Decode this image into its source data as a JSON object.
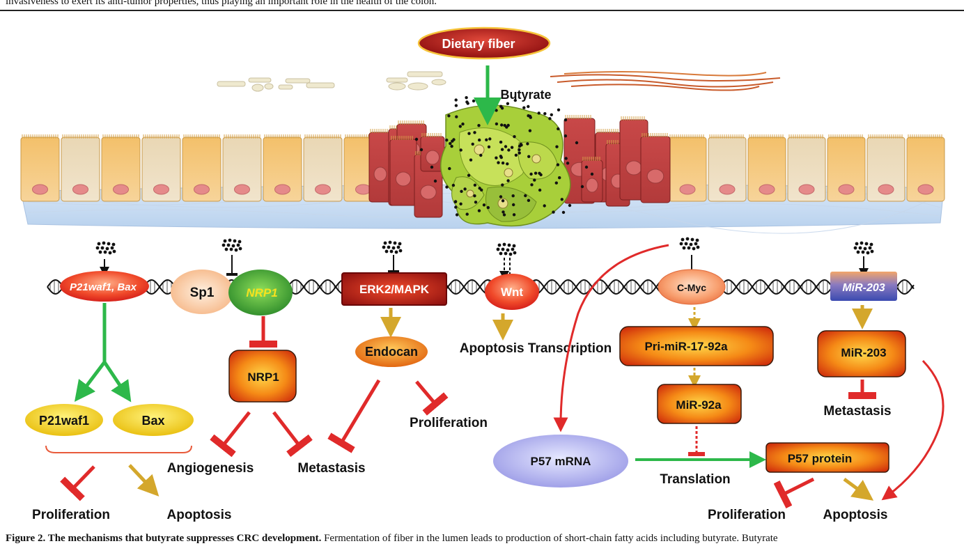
{
  "top_text": "invasiveness to exert its anti-tumor properties, thus playing an important role in the health of the colon.",
  "caption": {
    "bold": "Figure 2. The mechanisms that butyrate suppresses CRC development.",
    "text": " Fermentation of fiber in the lumen leads to production of short-chain fatty acids including butyrate. Butyrate"
  },
  "diagram": {
    "dietary_fiber": "Dietary fiber",
    "butyrate": "Butyrate",
    "nodes": {
      "p21_bax": "P21waf1, Bax",
      "sp1": "Sp1",
      "nrp1_gene": "NRP1",
      "erk2": "ERK2/MAPK",
      "wnt": "Wnt",
      "cmyc": "C-Myc",
      "mir203_gene": "MiR-203",
      "p21waf1": "P21waf1",
      "bax": "Bax",
      "nrp1": "NRP1",
      "endocan": "Endocan",
      "pri_mir": "Pri-miR-17-92a",
      "mir92a": "MiR-92a",
      "mir203": "MiR-203",
      "p57_mrna": "P57 mRNA",
      "p57_protein": "P57 protein"
    },
    "outcomes": {
      "proliferation_1": "Proliferation",
      "apoptosis_1": "Apoptosis",
      "angiogenesis": "Angiogenesis",
      "metastasis_1": "Metastasis",
      "proliferation_2": "Proliferation",
      "apoptosis_transcription": "Apoptosis Transcription",
      "translation": "Translation",
      "metastasis_2": "Metastasis",
      "proliferation_3": "Proliferation",
      "apoptosis_3": "Apoptosis"
    },
    "colors": {
      "activation_green": "#2db84a",
      "inhibition_red": "#e02a2a",
      "induction_gold": "#d4a72c",
      "box_orange": "#f07a12"
    }
  }
}
